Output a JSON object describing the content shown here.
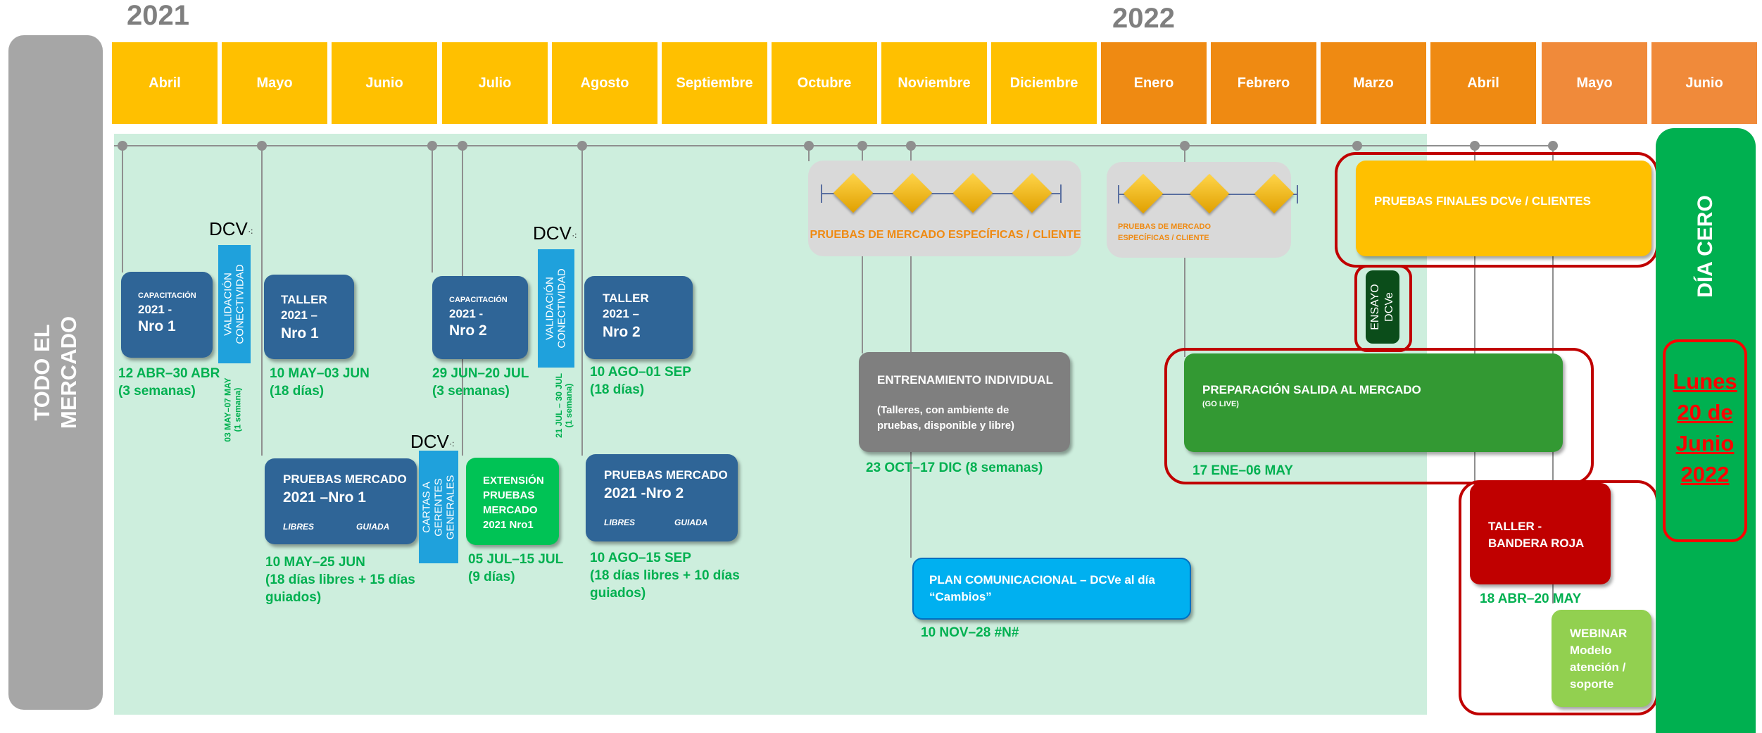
{
  "years": {
    "y2021": "2021",
    "y2022": "2022"
  },
  "months": [
    "Abril",
    "Mayo",
    "Junio",
    "Julio",
    "Agosto",
    "Septiembre",
    "Octubre",
    "Noviembre",
    "Diciembre",
    "Enero",
    "Febrero",
    "Marzo",
    "Abril",
    "Mayo",
    "Junio"
  ],
  "side_label": {
    "line1": "TODO EL",
    "line2": "MERCADO"
  },
  "day_zero": {
    "title": "DÍA CERO",
    "date_lines": [
      "Lunes",
      "20 de",
      "Junio",
      "2022"
    ]
  },
  "dcv_logo": "DCV",
  "boxes": {
    "cap1": {
      "small": "CAPACITACIÓN",
      "line2": "2021 -",
      "line3": "Nro 1"
    },
    "taller1": {
      "line1": "TALLER",
      "line2": "2021 –",
      "line3": "Nro 1"
    },
    "cap2": {
      "small": "CAPACITACIÓN",
      "line2": "2021 -",
      "line3": "Nro 2"
    },
    "taller2": {
      "line1": "TALLER",
      "line2": "2021 –",
      "line3": "Nro 2"
    },
    "pruebas1": {
      "line1": "PRUEBAS  MERCADO",
      "line2": "2021 –Nro 1",
      "libres": "LIBRES",
      "guiada": "GUIADA"
    },
    "cartas": {
      "line1": "CARTAS A",
      "line2": "GERENTES",
      "line3": "GENERALES"
    },
    "extension": {
      "line1": "EXTENSIÓN",
      "line2": "PRUEBAS",
      "line3": "MERCADO",
      "line4": "2021 Nro1"
    },
    "pruebas2": {
      "line1": "PRUEBAS  MERCADO",
      "line2": "2021 -Nro 2",
      "libres": "LIBRES",
      "guiada": "GUIADA"
    },
    "entrenamiento": {
      "title": "ENTRENAMIENTO INDIVIDUAL",
      "line2": "(Talleres, con ambiente de",
      "line3": "pruebas, disponible y libre)"
    },
    "plan": {
      "line1": "PLAN COMUNICACIONAL – DCVe al día",
      "line2": "“Cambios”"
    },
    "pruebas_finales": "PRUEBAS  FINALES  DCVe /  CLIENTES",
    "ensayo": {
      "line1": "ENSAYO",
      "line2": "DCVe"
    },
    "preparacion": {
      "title": "PREPARACIÓN SALIDA AL MERCADO",
      "sub": "(GO LIVE)"
    },
    "bandera": {
      "line1": "TALLER -",
      "line2": "BANDERA ROJA"
    },
    "webinar": {
      "line1": "WEBINAR",
      "line2": "Modelo",
      "line3": "atención /",
      "line4": "soporte"
    }
  },
  "validation": {
    "line1": "VALIDACIÓN",
    "line2": "CONECTIVIDAD"
  },
  "validation_dates": {
    "v1": {
      "line1": "03 MAY–07 MAY",
      "line2": "(1 semana)"
    },
    "v2": {
      "line1": "21 JUL – 30 JUL",
      "line2": "(1 semana)"
    }
  },
  "dates": {
    "cap1": {
      "line1": "12 ABR–30 ABR",
      "line2": "(3 semanas)"
    },
    "taller1": {
      "line1": "10 MAY–03 JUN",
      "line2": "(18 días)"
    },
    "cap2": {
      "line1": "29 JUN–20 JUL",
      "line2": "(3 semanas)"
    },
    "taller2": {
      "line1": "10 AGO–01 SEP",
      "line2": "(18 días)"
    },
    "pruebas1": {
      "line1": "10 MAY–25 JUN",
      "line2": "(18 días libres  +  15 días",
      "line3": "guiados)"
    },
    "extension": {
      "line1": "05 JUL–15 JUL",
      "line2": "(9 días)"
    },
    "pruebas2": {
      "line1": "10 AGO–15 SEP",
      "line2": "(18 días libres  +  10 días",
      "line3": "guiados)"
    },
    "entrenamiento": "23 OCT–17 DIC (8 semanas)",
    "plan": "10 NOV–28 #N#",
    "preparacion": "17 ENE–06 MAY",
    "bandera": "18 ABR–20 MAY"
  },
  "market_tests": {
    "specific_1": "PRUEBAS DE MERCADO ESPECÍFICAS  / CLIENTE",
    "specific_2": {
      "line1": "PRUEBAS DE MERCADO",
      "line2": "ESPECÍFICAS  / CLIENTE"
    }
  },
  "colors": {
    "navy": "#2f6597",
    "green_text": "#00b050",
    "yellow": "#ffc000",
    "orange": "#ef8a12",
    "red": "#c00000"
  }
}
